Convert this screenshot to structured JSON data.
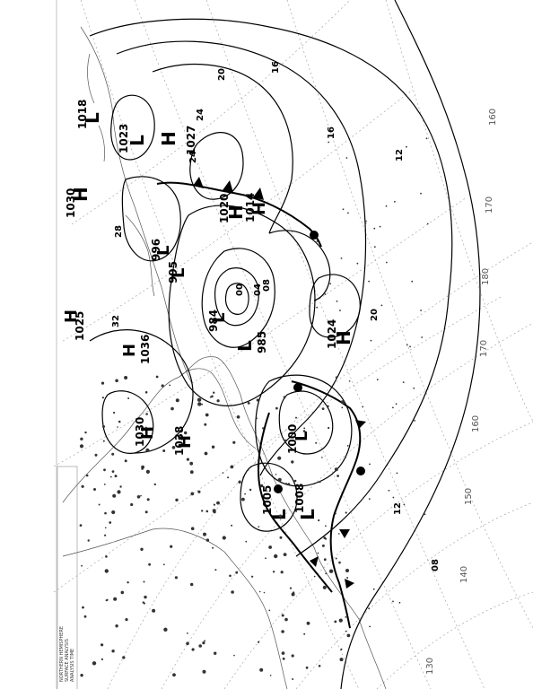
{
  "map": {
    "longitude_labels": [
      "130",
      "140",
      "150",
      "160",
      "170",
      "180",
      "170",
      "160"
    ],
    "pressure_centers": [
      {
        "type": "H",
        "value": "1030"
      },
      {
        "type": "H",
        "value": "1027"
      },
      {
        "type": "L",
        "value": "1018"
      },
      {
        "type": "L",
        "value": "1023"
      },
      {
        "type": "H",
        "value": "1020"
      },
      {
        "type": "H",
        "value": "1014"
      },
      {
        "type": "L",
        "value": "996"
      },
      {
        "type": "L",
        "value": "995"
      },
      {
        "type": "L",
        "value": "984"
      },
      {
        "type": "L",
        "value": "985"
      },
      {
        "type": "H",
        "value": "1024"
      },
      {
        "type": "H",
        "value": "1036"
      },
      {
        "type": "H",
        "value": "1038"
      },
      {
        "type": "H",
        "value": "1030"
      },
      {
        "type": "L",
        "value": "1000"
      },
      {
        "type": "L",
        "value": "1005"
      },
      {
        "type": "L",
        "value": "1008"
      },
      {
        "type": "H",
        "value": "1025"
      }
    ],
    "isobar_labels": [
      "16",
      "20",
      "24",
      "12",
      "08",
      "04",
      "00",
      "16",
      "20",
      "12",
      "08",
      "24",
      "28",
      "32"
    ],
    "panel_lines": [
      "NORTHERN HEMISPHERE",
      "SURFACE ANALYSIS",
      "ANALYSIS TIME"
    ]
  }
}
